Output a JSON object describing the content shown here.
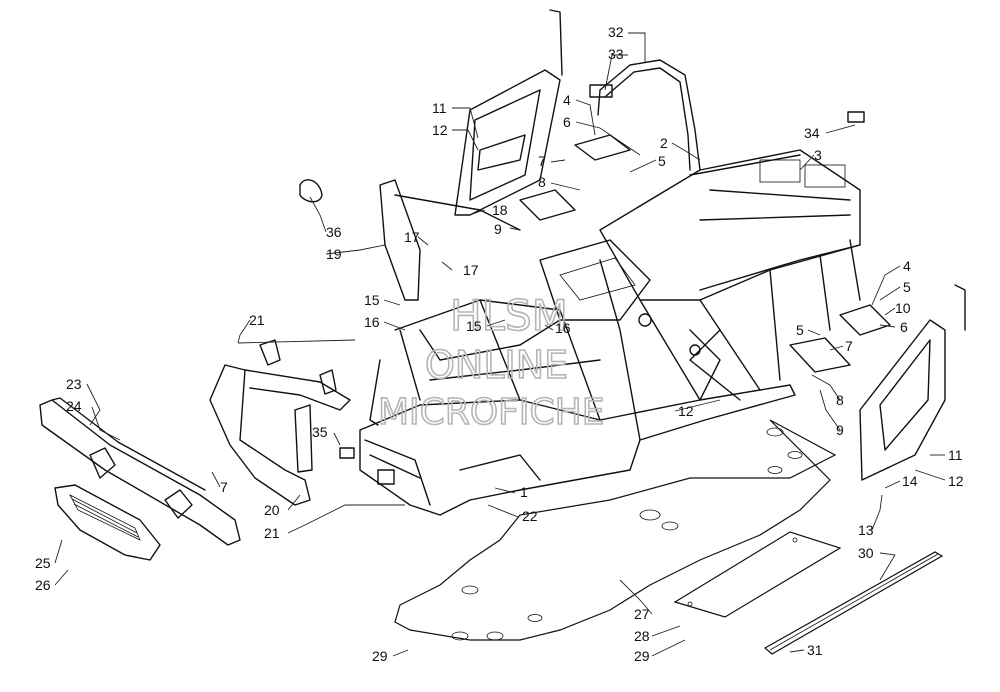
{
  "watermark": {
    "line1": "HLSM",
    "line2": "ONLINE",
    "line3": "MICROFICHE"
  },
  "callouts": [
    {
      "id": "c1",
      "text": "1"
    },
    {
      "id": "c2",
      "text": "2"
    },
    {
      "id": "c3",
      "text": "3"
    },
    {
      "id": "c4a",
      "text": "4"
    },
    {
      "id": "c4b",
      "text": "4"
    },
    {
      "id": "c5a",
      "text": "5"
    },
    {
      "id": "c5b",
      "text": "5"
    },
    {
      "id": "c5c",
      "text": "5"
    },
    {
      "id": "c6a",
      "text": "6"
    },
    {
      "id": "c6b",
      "text": "6"
    },
    {
      "id": "c7a",
      "text": "7"
    },
    {
      "id": "c7b",
      "text": "7"
    },
    {
      "id": "c7c",
      "text": "7"
    },
    {
      "id": "c8a",
      "text": "8"
    },
    {
      "id": "c8b",
      "text": "8"
    },
    {
      "id": "c9a",
      "text": "9"
    },
    {
      "id": "c9b",
      "text": "9"
    },
    {
      "id": "c10",
      "text": "10"
    },
    {
      "id": "c11a",
      "text": "11"
    },
    {
      "id": "c11b",
      "text": "11"
    },
    {
      "id": "c12a",
      "text": "12"
    },
    {
      "id": "c12b",
      "text": "12"
    },
    {
      "id": "c12c",
      "text": "12"
    },
    {
      "id": "c13",
      "text": "13"
    },
    {
      "id": "c14",
      "text": "14"
    },
    {
      "id": "c15a",
      "text": "15"
    },
    {
      "id": "c15b",
      "text": "15"
    },
    {
      "id": "c16a",
      "text": "16"
    },
    {
      "id": "c16b",
      "text": "16"
    },
    {
      "id": "c17a",
      "text": "17"
    },
    {
      "id": "c17b",
      "text": "17"
    },
    {
      "id": "c18",
      "text": "18"
    },
    {
      "id": "c19",
      "text": "19"
    },
    {
      "id": "c20",
      "text": "20"
    },
    {
      "id": "c21a",
      "text": "21"
    },
    {
      "id": "c21b",
      "text": "21"
    },
    {
      "id": "c22",
      "text": "22"
    },
    {
      "id": "c23",
      "text": "23"
    },
    {
      "id": "c24",
      "text": "24"
    },
    {
      "id": "c25",
      "text": "25"
    },
    {
      "id": "c26",
      "text": "26"
    },
    {
      "id": "c27",
      "text": "27"
    },
    {
      "id": "c28",
      "text": "28"
    },
    {
      "id": "c29a",
      "text": "29"
    },
    {
      "id": "c29b",
      "text": "29"
    },
    {
      "id": "c30",
      "text": "30"
    },
    {
      "id": "c31",
      "text": "31"
    },
    {
      "id": "c32",
      "text": "32"
    },
    {
      "id": "c33",
      "text": "33"
    },
    {
      "id": "c34",
      "text": "34"
    },
    {
      "id": "c35",
      "text": "35"
    },
    {
      "id": "c36",
      "text": "36"
    }
  ]
}
